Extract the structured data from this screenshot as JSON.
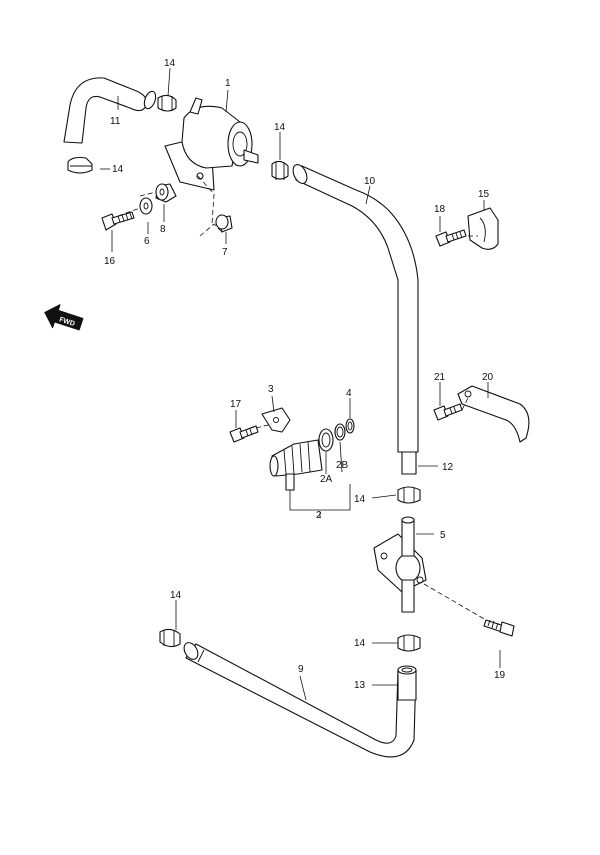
{
  "callouts": {
    "p1": "1",
    "p2": "2",
    "p2a": "2A",
    "p2b": "2B",
    "p3": "3",
    "p4": "4",
    "p5": "5",
    "p6": "6",
    "p7": "7",
    "p8": "8",
    "p9": "9",
    "p10": "10",
    "p11": "11",
    "p12": "12",
    "p13": "13",
    "p14a": "14",
    "p14b": "14",
    "p14c": "14",
    "p14d": "14",
    "p14e": "14",
    "p14f": "14",
    "p15": "15",
    "p16": "16",
    "p17": "17",
    "p18": "18",
    "p19": "19",
    "p20": "20",
    "p21": "21"
  },
  "fwd_label": "FWD"
}
